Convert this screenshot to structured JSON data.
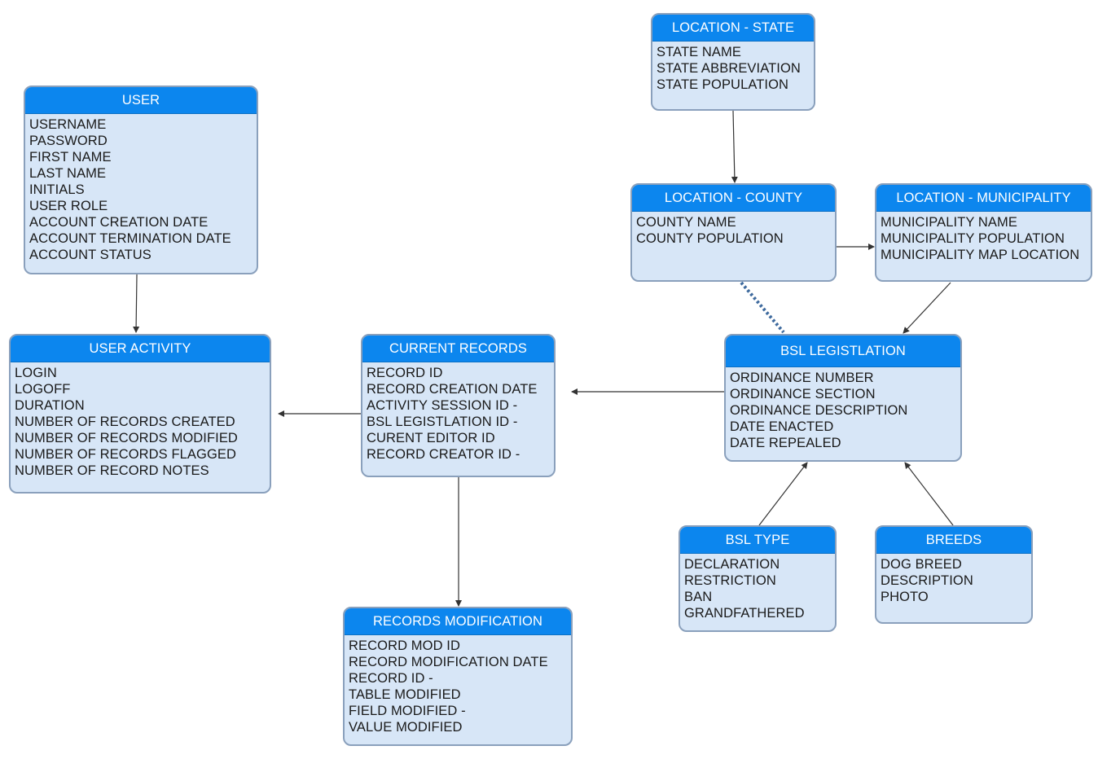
{
  "diagram": {
    "entities": [
      {
        "id": "user",
        "title": "USER",
        "fields": [
          "USERNAME",
          "PASSWORD",
          "FIRST NAME",
          "LAST NAME",
          "INITIALS",
          "USER ROLE",
          "ACCOUNT CREATION DATE",
          "ACCOUNT TERMINATION DATE",
          "ACCOUNT STATUS"
        ]
      },
      {
        "id": "user-activity",
        "title": "USER ACTIVITY",
        "fields": [
          "LOGIN",
          "LOGOFF",
          "DURATION",
          "NUMBER OF RECORDS CREATED",
          "NUMBER OF RECORDS MODIFIED",
          "NUMBER OF RECORDS FLAGGED",
          "NUMBER OF RECORD NOTES"
        ]
      },
      {
        "id": "current-records",
        "title": "CURRENT RECORDS",
        "fields": [
          "RECORD ID",
          "RECORD CREATION DATE",
          "ACTIVITY SESSION ID -",
          "BSL LEGISTLATION ID -",
          "CURENT EDITOR ID",
          "RECORD CREATOR ID -"
        ]
      },
      {
        "id": "records-modification",
        "title": "RECORDS MODIFICATION",
        "fields": [
          "RECORD MOD ID",
          "RECORD MODIFICATION DATE",
          "RECORD ID -",
          "TABLE MODIFIED",
          "FIELD MODIFIED -",
          "VALUE MODIFIED"
        ]
      },
      {
        "id": "location-state",
        "title": "LOCATION - STATE",
        "fields": [
          "STATE NAME",
          "STATE ABBREVIATION",
          "STATE POPULATION"
        ]
      },
      {
        "id": "location-county",
        "title": "LOCATION - COUNTY",
        "fields": [
          "COUNTY NAME",
          "COUNTY POPULATION"
        ]
      },
      {
        "id": "location-municipality",
        "title": "LOCATION - MUNICIPALITY",
        "fields": [
          "MUNICIPALITY NAME",
          "MUNICIPALITY POPULATION",
          "MUNICIPALITY MAP LOCATION"
        ]
      },
      {
        "id": "bsl-legislation",
        "title": "BSL LEGISTLATION",
        "fields": [
          "ORDINANCE NUMBER",
          "ORDINANCE SECTION",
          "ORDINANCE DESCRIPTION",
          "DATE ENACTED",
          "DATE REPEALED"
        ]
      },
      {
        "id": "bsl-type",
        "title": "BSL TYPE",
        "fields": [
          "DECLARATION",
          "RESTRICTION",
          "BAN",
          "GRANDFATHERED"
        ]
      },
      {
        "id": "breeds",
        "title": "BREEDS",
        "fields": [
          "DOG BREED",
          "DESCRIPTION",
          "PHOTO"
        ]
      }
    ],
    "connections": [
      {
        "from": "user",
        "to": "user-activity",
        "style": "arrow"
      },
      {
        "from": "current-records",
        "to": "user-activity",
        "style": "arrow"
      },
      {
        "from": "current-records",
        "to": "records-modification",
        "style": "arrow"
      },
      {
        "from": "bsl-legislation",
        "to": "current-records",
        "style": "arrow"
      },
      {
        "from": "location-state",
        "to": "location-county",
        "style": "arrow"
      },
      {
        "from": "location-county",
        "to": "location-municipality",
        "style": "arrow"
      },
      {
        "from": "location-municipality",
        "to": "bsl-legislation",
        "style": "arrow"
      },
      {
        "from": "location-county",
        "to": "bsl-legislation",
        "style": "dotted"
      },
      {
        "from": "bsl-type",
        "to": "bsl-legislation",
        "style": "arrow"
      },
      {
        "from": "breeds",
        "to": "bsl-legislation",
        "style": "arrow"
      }
    ],
    "colors": {
      "header": "#0c86ee",
      "body": "#d7e6f7",
      "border": "#8aa0bc",
      "line": "#333333",
      "dotted_line": "#3e6a9e"
    }
  }
}
